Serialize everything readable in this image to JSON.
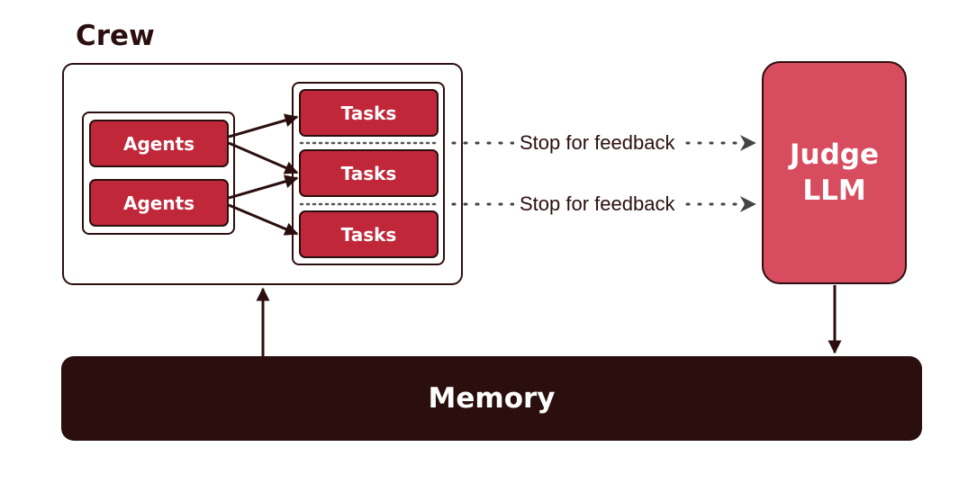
{
  "crew": {
    "title": "Crew"
  },
  "agents": [
    {
      "label": "Agents"
    },
    {
      "label": "Agents"
    }
  ],
  "tasks": [
    {
      "label": "Tasks"
    },
    {
      "label": "Tasks"
    },
    {
      "label": "Tasks"
    }
  ],
  "feedback": [
    {
      "label": "Stop for feedback"
    },
    {
      "label": "Stop for feedback"
    }
  ],
  "judge": {
    "line1": "Judge",
    "line2": "LLM"
  },
  "memory": {
    "label": "Memory"
  },
  "colors": {
    "dark": "#2b0f0f",
    "task_red": "#c0283a",
    "judge_red": "#d84c5f"
  }
}
